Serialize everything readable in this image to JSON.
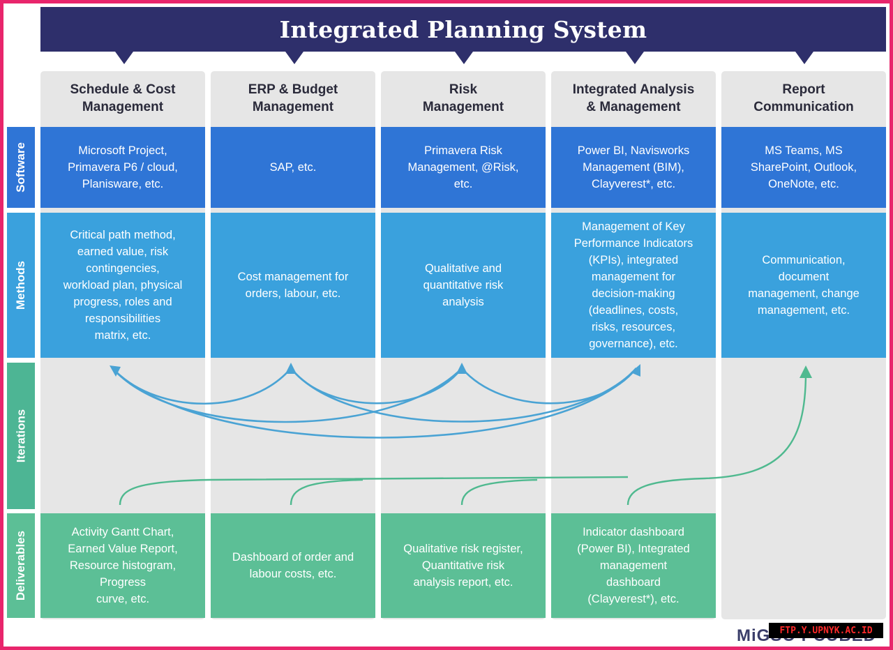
{
  "title": "Integrated Planning System",
  "brand": "MiGSO PCUBED",
  "watermark": "FTP.Y.UPNYK.AC.ID",
  "row_labels": [
    "Software",
    "Methods",
    "Iterations",
    "Deliverables"
  ],
  "columns": [
    {
      "header": "Schedule & Cost\nManagement",
      "software": "Microsoft Project,\nPrimavera P6 / cloud,\nPlanisware, etc.",
      "methods": "Critical path method,\nearned value, risk\ncontingencies,\nworkload plan, physical\nprogress, roles and\nresponsibilities\nmatrix, etc.",
      "deliverables": "Activity Gantt Chart,\nEarned Value Report,\nResource histogram,\nProgress\ncurve, etc."
    },
    {
      "header": "ERP & Budget\nManagement",
      "software": "SAP, etc.",
      "methods": "Cost management for\norders, labour, etc.",
      "deliverables": "Dashboard of order and\nlabour costs, etc."
    },
    {
      "header": "Risk\nManagement",
      "software": "Primavera Risk\nManagement, @Risk,\netc.",
      "methods": "Qualitative and\nquantitative risk\nanalysis",
      "deliverables": "Qualitative risk register,\nQuantitative risk\nanalysis report, etc."
    },
    {
      "header": "Integrated Analysis\n& Management",
      "software": "Power BI, Navisworks\nManagement (BIM),\nClayverest*, etc.",
      "methods": "Management of Key\nPerformance Indicators\n(KPIs), integrated\nmanagement for\ndecision-making\n(deadlines, costs,\nrisks, resources,\ngovernance), etc.",
      "deliverables": "Indicator dashboard\n(Power BI), Integrated\nmanagement\ndashboard\n(Clayverest*), etc."
    },
    {
      "header": "Report\nCommunication",
      "software": "MS Teams, MS\nSharePoint, Outlook,\nOneNote, etc.",
      "methods": "Communication,\ndocument\nmanagement, change\nmanagement, etc.",
      "deliverables": ""
    }
  ],
  "colors": {
    "frame": "#e8256c",
    "title_bg": "#2e2f6b",
    "software": "#2f75d6",
    "methods": "#3aa1dd",
    "iterations": "#4db594",
    "deliverables": "#5cbf96",
    "column_bg": "#e6e6e6",
    "blue_arrows": "#4aa3d4",
    "green_arrows": "#4fb98f"
  }
}
